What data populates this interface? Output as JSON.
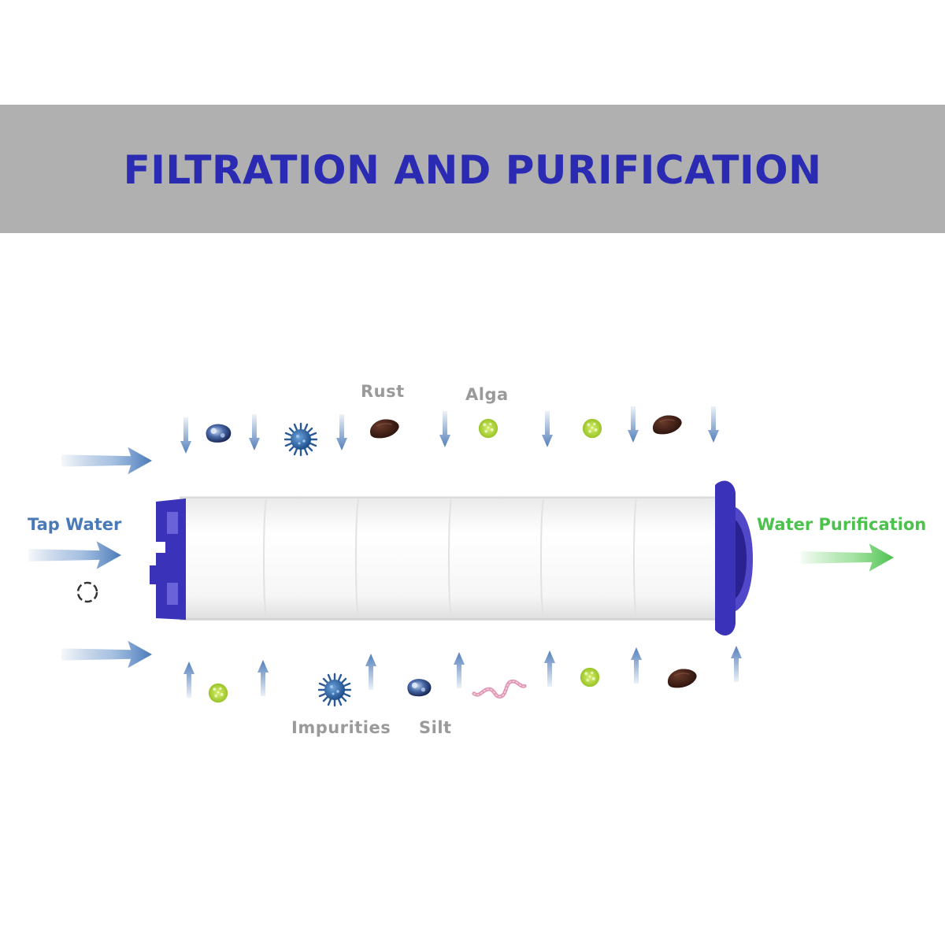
{
  "header": {
    "title": "FILTRATION AND PURIFICATION",
    "banner_color": "#b0b0b0",
    "title_color": "#2a2ab3"
  },
  "labels": {
    "input": "Tap Water",
    "output": "Water Purification",
    "rust": "Rust",
    "alga": "Alga",
    "impurities": "Impurities",
    "silt": "Silt"
  },
  "colors": {
    "input_arrow": "#4a79b8",
    "output_arrow": "#4cc24c",
    "cap_blue": "#3a32b8",
    "cartridge": "#f7f7f7",
    "rust_particle": "#3a1a12",
    "alga_particle": "#a8d028",
    "bacteria": "#3a72b8",
    "worm": "#e0a0b8"
  },
  "icons": {
    "input_arrows": "arrow-right-icon",
    "output_arrow": "arrow-right-green-icon",
    "flow_arrows": "small-arrow-icon",
    "particles": [
      "silt-icon",
      "bacteria-icon",
      "rust-icon",
      "alga-icon",
      "worm-icon",
      "ring-icon"
    ]
  }
}
